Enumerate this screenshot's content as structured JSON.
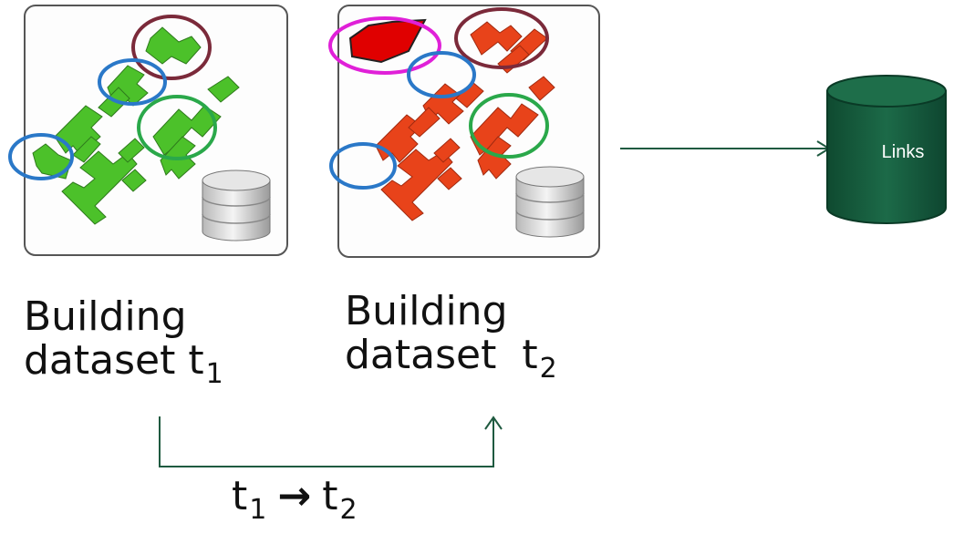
{
  "dataset_t1": {
    "line1": "Building",
    "line2": "dataset t",
    "subscript": "1"
  },
  "dataset_t2": {
    "line1": "Building",
    "line2": "dataset",
    "subscript": "2"
  },
  "transition": {
    "from": "t",
    "from_sub": "1",
    "arrow": "→",
    "to": "t",
    "to_sub": "2"
  },
  "links_db": {
    "label": "Links"
  },
  "colors": {
    "panel_border": "#555555",
    "building_t1": "#4cc12a",
    "building_t2": "#e8431a",
    "new_building": "#e00000",
    "circle_maroon": "#7b2a3a",
    "circle_blue": "#2a78c8",
    "circle_green": "#2aa84a",
    "circle_magenta": "#e020d8",
    "arrow": "#1f5a40",
    "links_db": "#135a3c"
  },
  "icons": [
    "database-icon",
    "cylinder-db-icon"
  ]
}
